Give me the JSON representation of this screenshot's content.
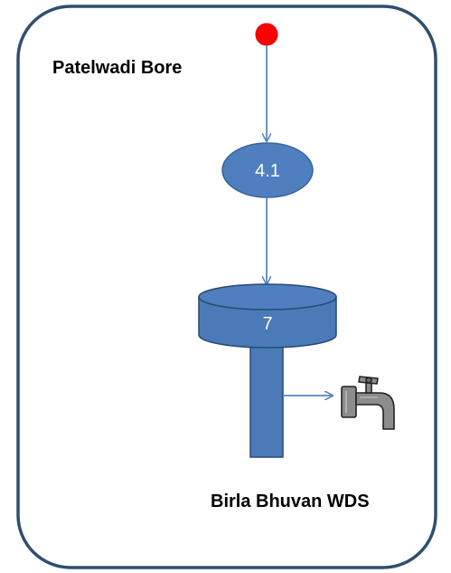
{
  "diagram": {
    "source_label": "Patelwadi Bore",
    "node_label": "4.1",
    "tank_label": "7",
    "destination_label": "Birla Bhuvan WDS"
  },
  "colors": {
    "border": "#2f4f6f",
    "node_fill": "#4f7fbf",
    "node_stroke": "#3b6599",
    "tank_fill": "#4a7ab8",
    "tank_stroke": "#274a73",
    "arrow": "#5a86c4",
    "source_dot": "#ff0000",
    "tap": "#7f7f7f"
  },
  "icons": {
    "source": "red-dot",
    "tap": "water-tap-icon"
  }
}
